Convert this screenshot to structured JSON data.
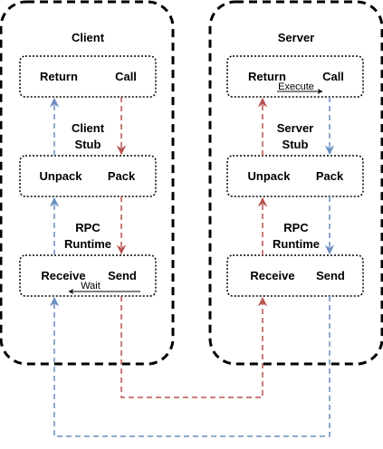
{
  "client": {
    "title": "Client",
    "top_box": {
      "left": "Return",
      "right": "Call"
    },
    "stub_label": [
      "Client",
      "Stub"
    ],
    "mid_box": {
      "left": "Unpack",
      "right": "Pack"
    },
    "runtime_label": [
      "RPC",
      "Runtime"
    ],
    "bottom_box": {
      "left": "Receive",
      "right": "Send"
    },
    "wait_label": "Wait"
  },
  "server": {
    "title": "Server",
    "top_box": {
      "left": "Return",
      "right": "Call"
    },
    "execute_label": "Execute",
    "stub_label": [
      "Server",
      "Stub"
    ],
    "mid_box": {
      "left": "Unpack",
      "right": "Pack"
    },
    "runtime_label": [
      "RPC",
      "Runtime"
    ],
    "bottom_box": {
      "left": "Receive",
      "right": "Send"
    }
  },
  "colors": {
    "request_flow": "#b85450",
    "response_flow": "#6c8ebf",
    "container_border": "#000000"
  }
}
